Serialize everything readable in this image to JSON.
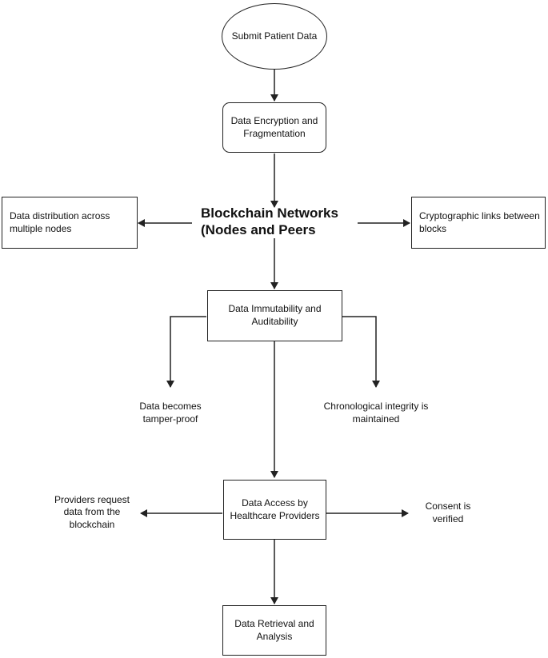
{
  "nodes": {
    "submit": "Submit Patient Data",
    "encryption": "Data Encryption and\nFragmentation",
    "blockchain": "Blockchain Networks\n(Nodes and Peers",
    "distribution": "Data distribution across\nmultiple nodes",
    "links": "Cryptographic links between\nblocks",
    "immutability": "Data Immutability and\nAuditability",
    "tamper": "Data becomes\ntamper-proof",
    "chronological": "Chronological integrity is\nmaintained",
    "access": "Data Access by\nHealthcare Providers",
    "providers": "Providers request\ndata from the\nblockchain",
    "consent": "Consent is\nverified",
    "retrieval": "Data Retrieval and\nAnalysis"
  },
  "colors": {
    "stroke": "#222222",
    "background": "#ffffff"
  }
}
